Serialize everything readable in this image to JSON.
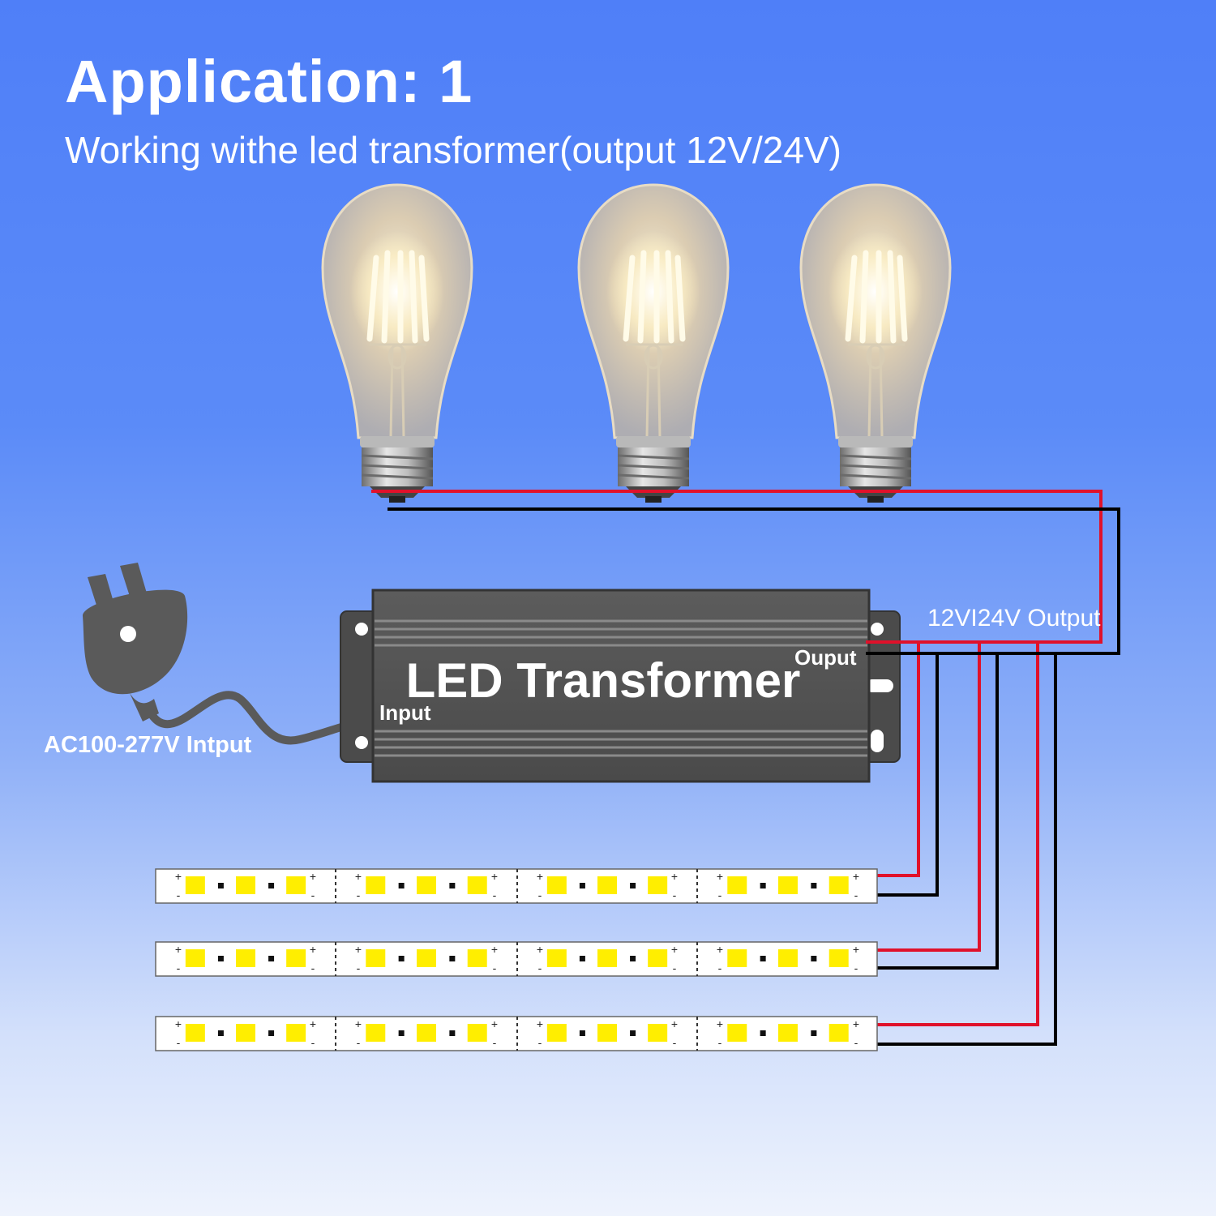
{
  "header": {
    "title": "Application: 1",
    "subtitle": "Working withe led transformer(output 12V/24V)"
  },
  "transformer": {
    "name": "LED Transformer",
    "input_label": "Input",
    "output_label": "Ouput",
    "output_voltage_label": "12VI24V Output",
    "body_color": "#555555"
  },
  "plug": {
    "input_label": "AC100-277V Intput"
  },
  "strips": {
    "plus": "+",
    "minus": "-",
    "led_color": "#ffee00"
  },
  "wires": {
    "positive_color": "#e0112a",
    "negative_color": "#000000"
  },
  "bulbs": {
    "count": 3,
    "glow_color": "#fff4c8"
  }
}
